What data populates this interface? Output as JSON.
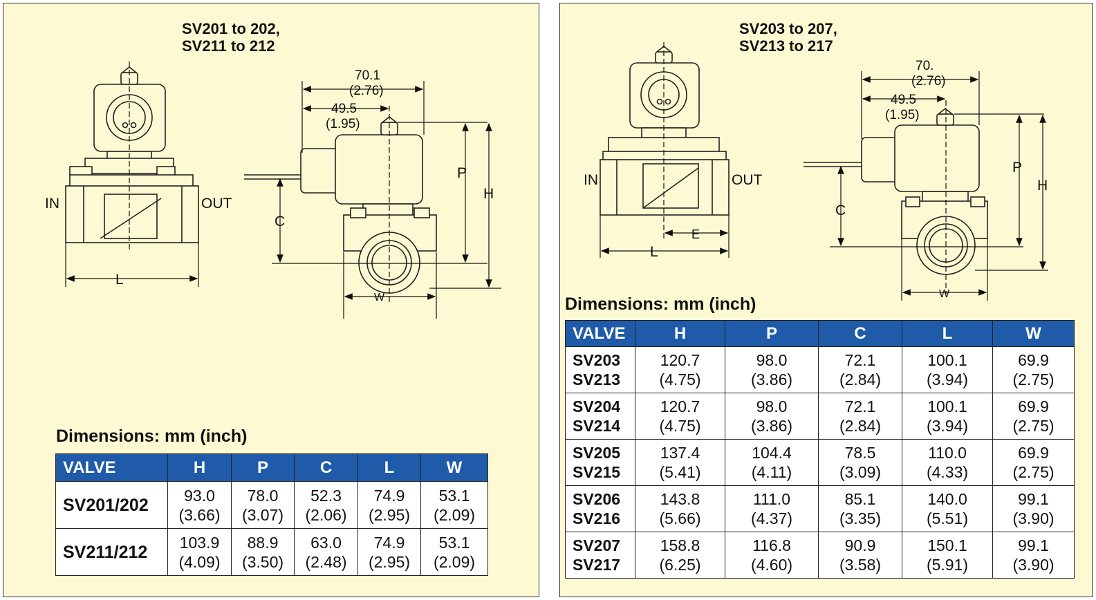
{
  "left_panel": {
    "title_line1": "SV201 to 202,",
    "title_line2": "SV211 to 212",
    "labels": {
      "in": "IN",
      "out": "OUT",
      "l": "L",
      "c": "C",
      "p": "P",
      "h": "H",
      "w": "W",
      "dim_top_mm": "70.1",
      "dim_top_in": "(2.76)",
      "dim_mid_mm": "49.5",
      "dim_mid_in": "(1.95)"
    },
    "dims_title": "Dimensions: mm (inch)",
    "table": {
      "headers": [
        "VALVE",
        "H",
        "P",
        "C",
        "L",
        "W"
      ],
      "rows": [
        {
          "valve": "SV201/202",
          "cells": [
            {
              "mm": "93.0",
              "in": "(3.66)"
            },
            {
              "mm": "78.0",
              "in": "(3.07)"
            },
            {
              "mm": "52.3",
              "in": "(2.06)"
            },
            {
              "mm": "74.9",
              "in": "(2.95)"
            },
            {
              "mm": "53.1",
              "in": "(2.09)"
            }
          ]
        },
        {
          "valve": "SV211/212",
          "cells": [
            {
              "mm": "103.9",
              "in": "(4.09)"
            },
            {
              "mm": "88.9",
              "in": "(3.50)"
            },
            {
              "mm": "63.0",
              "in": "(2.48)"
            },
            {
              "mm": "74.9",
              "in": "(2.95)"
            },
            {
              "mm": "53.1",
              "in": "(2.09)"
            }
          ]
        }
      ]
    }
  },
  "right_panel": {
    "title_line1": "SV203 to 207,",
    "title_line2": "SV213 to 217",
    "labels": {
      "in": "IN",
      "out": "OUT",
      "l": "L",
      "e": "E",
      "c": "C",
      "p": "P",
      "h": "H",
      "w": "W",
      "dim_top_mm": "70.",
      "dim_top_in": "(2.76)",
      "dim_mid_mm": "49.5",
      "dim_mid_in": "(1.95)"
    },
    "dims_title": "Dimensions: mm (inch)",
    "table": {
      "headers": [
        "VALVE",
        "H",
        "P",
        "C",
        "L",
        "W"
      ],
      "rows": [
        {
          "valve1": "SV203",
          "valve2": "SV213",
          "cells": [
            {
              "mm": "120.7",
              "in": "(4.75)"
            },
            {
              "mm": "98.0",
              "in": "(3.86)"
            },
            {
              "mm": "72.1",
              "in": "(2.84)"
            },
            {
              "mm": "100.1",
              "in": "(3.94)"
            },
            {
              "mm": "69.9",
              "in": "(2.75)"
            }
          ]
        },
        {
          "valve1": "SV204",
          "valve2": "SV214",
          "cells": [
            {
              "mm": "120.7",
              "in": "(4.75)"
            },
            {
              "mm": "98.0",
              "in": "(3.86)"
            },
            {
              "mm": "72.1",
              "in": "(2.84)"
            },
            {
              "mm": "100.1",
              "in": "(3.94)"
            },
            {
              "mm": "69.9",
              "in": "(2.75)"
            }
          ]
        },
        {
          "valve1": "SV205",
          "valve2": "SV215",
          "cells": [
            {
              "mm": "137.4",
              "in": "(5.41)"
            },
            {
              "mm": "104.4",
              "in": "(4.11)"
            },
            {
              "mm": "78.5",
              "in": "(3.09)"
            },
            {
              "mm": "110.0",
              "in": "(4.33)"
            },
            {
              "mm": "69.9",
              "in": "(2.75)"
            }
          ]
        },
        {
          "valve1": "SV206",
          "valve2": "SV216",
          "cells": [
            {
              "mm": "143.8",
              "in": "(5.66)"
            },
            {
              "mm": "111.0",
              "in": "(4.37)"
            },
            {
              "mm": "85.1",
              "in": "(3.35)"
            },
            {
              "mm": "140.0",
              "in": "(5.51)"
            },
            {
              "mm": "99.1",
              "in": "(3.90)"
            }
          ]
        },
        {
          "valve1": "SV207",
          "valve2": "SV217",
          "cells": [
            {
              "mm": "158.8",
              "in": "(6.25)"
            },
            {
              "mm": "116.8",
              "in": "(4.60)"
            },
            {
              "mm": "90.9",
              "in": "(3.58)"
            },
            {
              "mm": "150.1",
              "in": "(5.91)"
            },
            {
              "mm": "99.1",
              "in": "(3.90)"
            }
          ]
        }
      ]
    }
  }
}
